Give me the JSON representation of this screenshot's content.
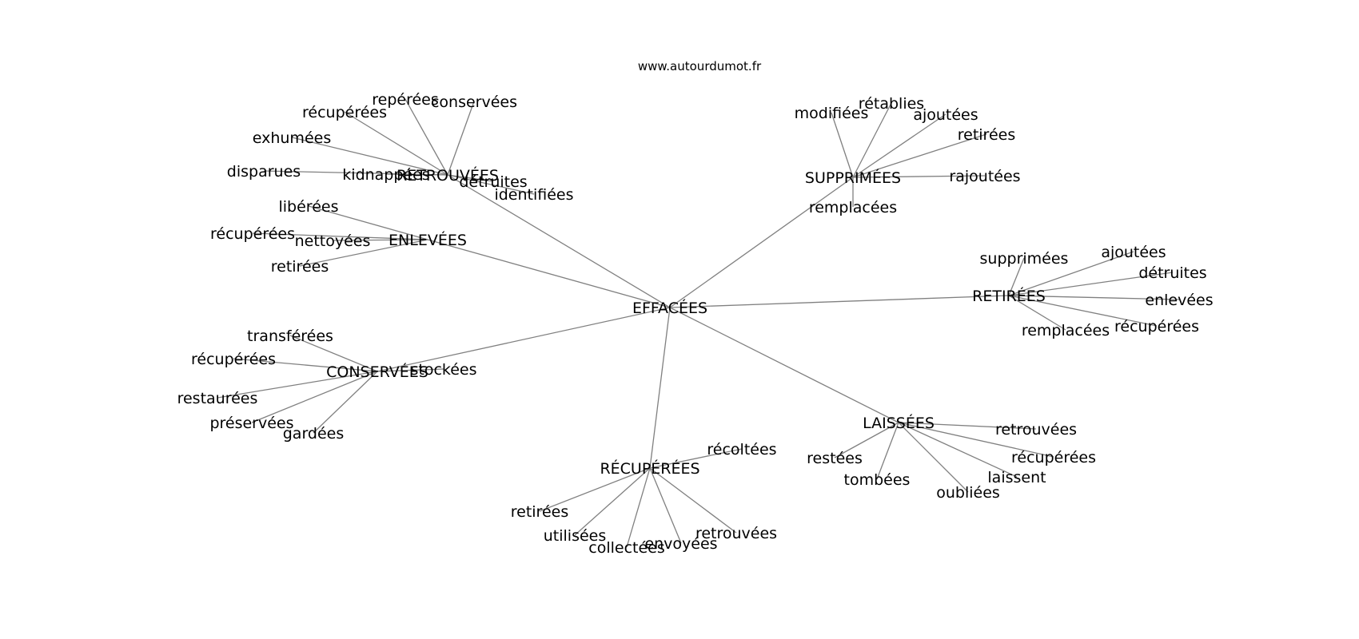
{
  "source": "www.autourdumot.fr",
  "graph": {
    "center": "EFFACÉES",
    "branches": [
      {
        "label": "RETROUVÉES",
        "children": [
          "repérées",
          "conservées",
          "récupérées",
          "exhumées",
          "disparues",
          "kidnappées",
          "détruites",
          "identifiées"
        ]
      },
      {
        "label": "ENLEVÉES",
        "children": [
          "libérées",
          "récupérées",
          "nettoyées",
          "retirées"
        ]
      },
      {
        "label": "SUPPRIMÉES",
        "children": [
          "modifiées",
          "rétablies",
          "ajoutées",
          "retirées",
          "rajoutées",
          "remplacées"
        ]
      },
      {
        "label": "RETIRÉES",
        "children": [
          "supprimées",
          "ajoutées",
          "détruites",
          "enlevées",
          "récupérées",
          "remplacées"
        ]
      },
      {
        "label": "CONSERVÉES",
        "children": [
          "transférées",
          "récupérées",
          "stockées",
          "restaurées",
          "préservées",
          "gardées"
        ]
      },
      {
        "label": "LAISSÉES",
        "children": [
          "retrouvées",
          "récupérées",
          "laissent",
          "restées",
          "tombées",
          "oubliées"
        ]
      },
      {
        "label": "RÉCUPÉRÉES",
        "children": [
          "récoltées",
          "retirées",
          "utilisées",
          "collectées",
          "envoyées",
          "retrouvées"
        ]
      }
    ]
  }
}
